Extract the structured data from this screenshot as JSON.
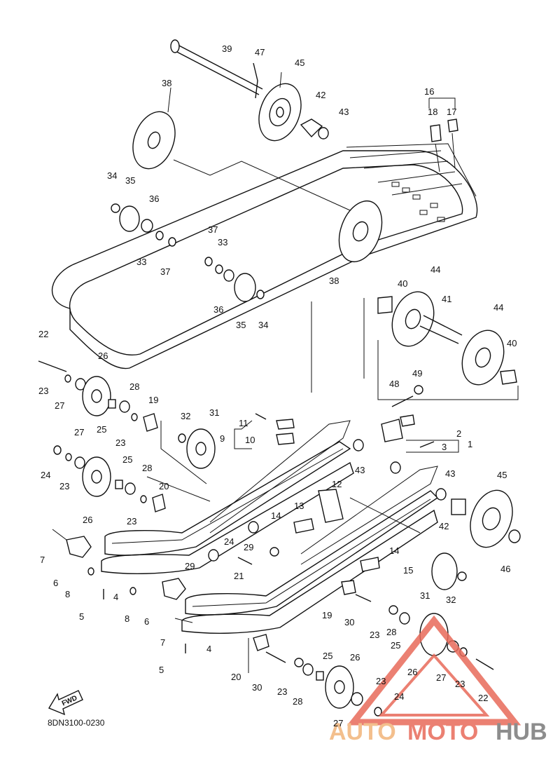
{
  "diagram_code": "8DN3100-0230",
  "direction_label": "FWD",
  "watermark": {
    "part1": "AUTO",
    "part2": "MOTO",
    "part3": "HUB",
    "color_auto": "#f2b47a",
    "color_moto": "#e86a5a",
    "color_hub": "#7a7a7a"
  },
  "callouts": [
    "39",
    "47",
    "45",
    "38",
    "42",
    "43",
    "16",
    "18",
    "17",
    "34",
    "35",
    "36",
    "33",
    "37",
    "37",
    "33",
    "36",
    "35",
    "34",
    "38",
    "40",
    "44",
    "41",
    "44",
    "40",
    "22",
    "26",
    "23",
    "27",
    "28",
    "25",
    "19",
    "23",
    "32",
    "31",
    "9",
    "11",
    "10",
    "43",
    "48",
    "49",
    "2",
    "3",
    "1",
    "24",
    "23",
    "27",
    "25",
    "28",
    "26",
    "20",
    "23",
    "12",
    "13",
    "14",
    "24",
    "29",
    "29",
    "21",
    "43",
    "45",
    "42",
    "46",
    "14",
    "15",
    "7",
    "6",
    "8",
    "5",
    "4",
    "8",
    "6",
    "7",
    "5",
    "4",
    "31",
    "32",
    "19",
    "30",
    "23",
    "28",
    "25",
    "20",
    "30",
    "23",
    "28",
    "25",
    "26",
    "26",
    "27",
    "23",
    "23",
    "24",
    "22",
    "27"
  ]
}
